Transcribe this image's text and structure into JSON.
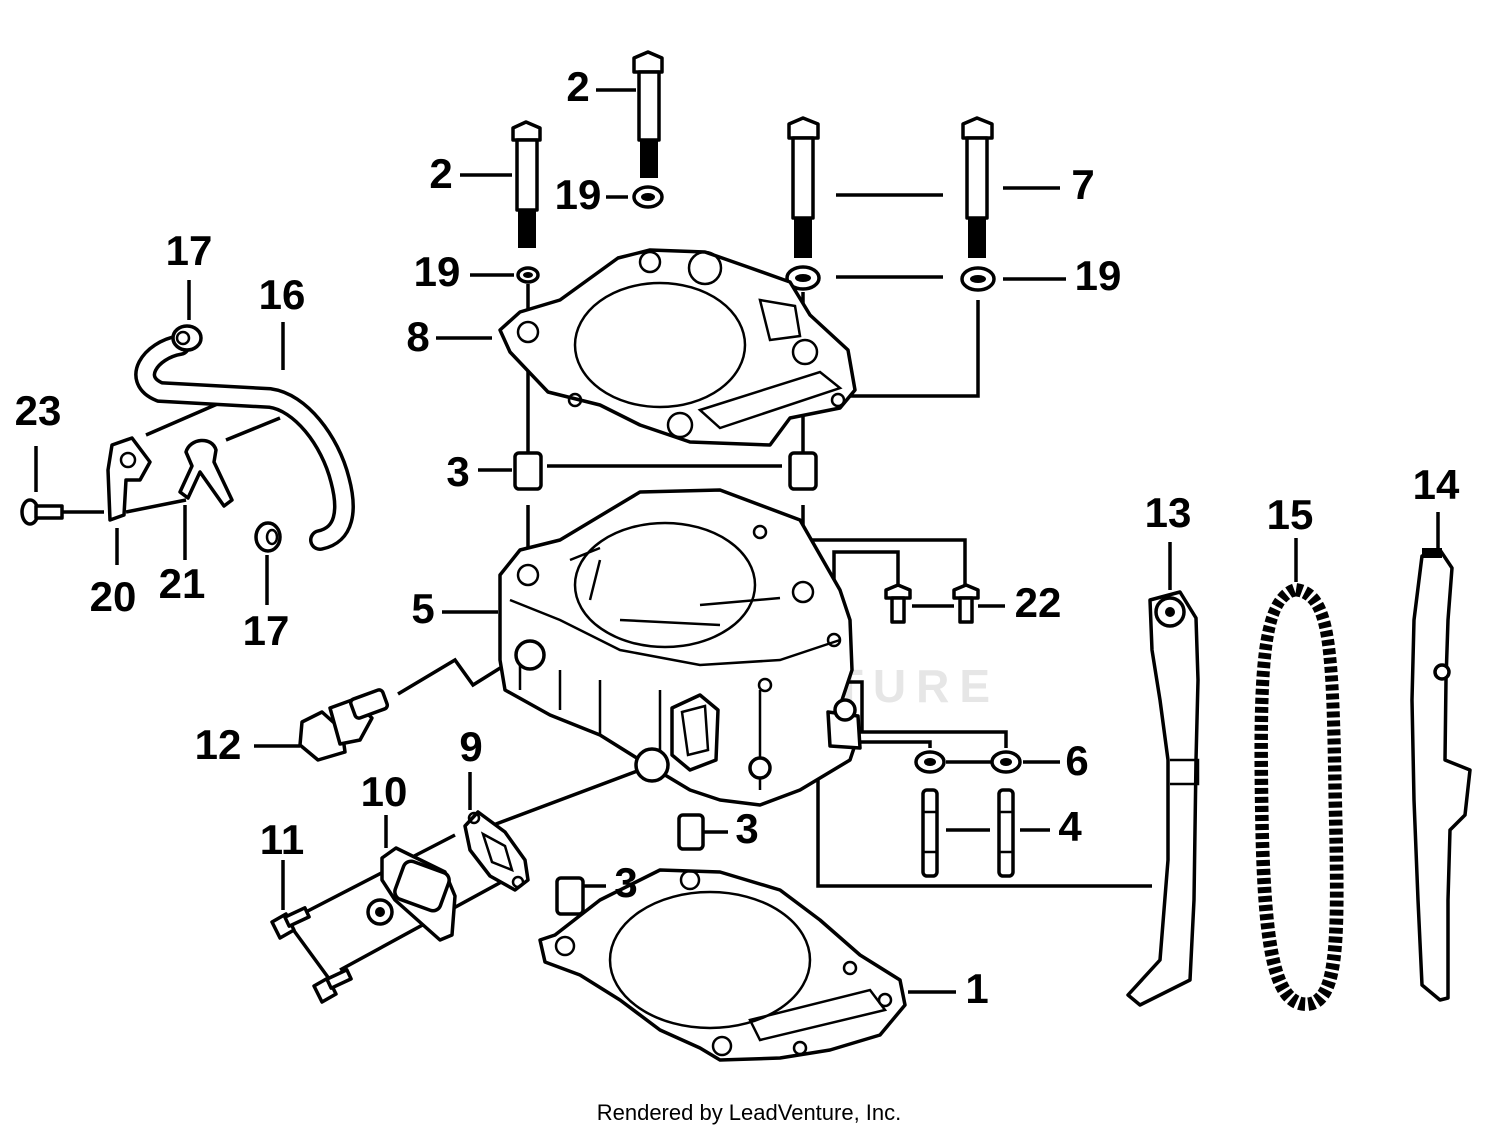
{
  "colors": {
    "ink": "#000000",
    "watermark": "#e6e6e6",
    "background": "#ffffff"
  },
  "watermark_text": "LEADVENTURE",
  "footer": {
    "credit": "Rendered by LeadVenture, Inc."
  },
  "callouts": {
    "c1": "1",
    "c2a": "2",
    "c2b": "2",
    "c3a": "3",
    "c3b": "3",
    "c3c": "3",
    "c4": "4",
    "c5": "5",
    "c6": "6",
    "c7": "7",
    "c8": "8",
    "c9": "9",
    "c10": "10",
    "c11": "11",
    "c12": "12",
    "c13": "13",
    "c14": "14",
    "c15": "15",
    "c16": "16",
    "c17a": "17",
    "c17b": "17",
    "c19a": "19",
    "c19b": "19",
    "c19c": "19",
    "c20": "20",
    "c21": "21",
    "c22": "22",
    "c23": "23"
  }
}
